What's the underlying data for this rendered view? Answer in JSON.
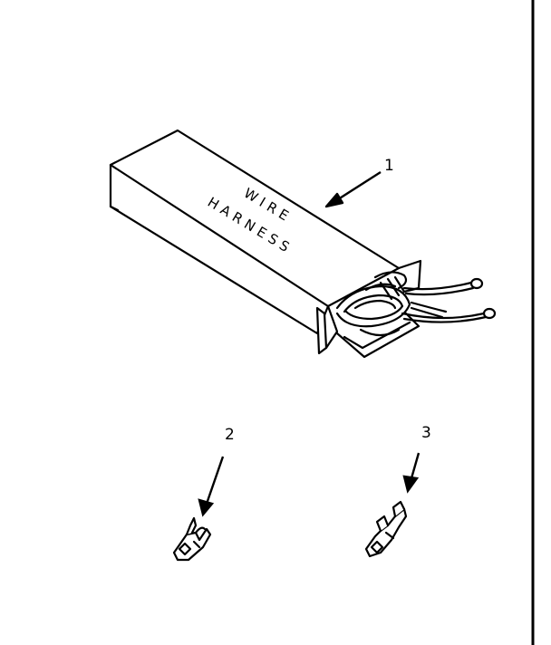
{
  "diagram": {
    "box_label_line1": "WIRE",
    "box_label_line2": "HARNESS",
    "callouts": [
      "1",
      "2",
      "3"
    ]
  },
  "colors": {
    "ink": "#000000",
    "paper": "#ffffff"
  }
}
